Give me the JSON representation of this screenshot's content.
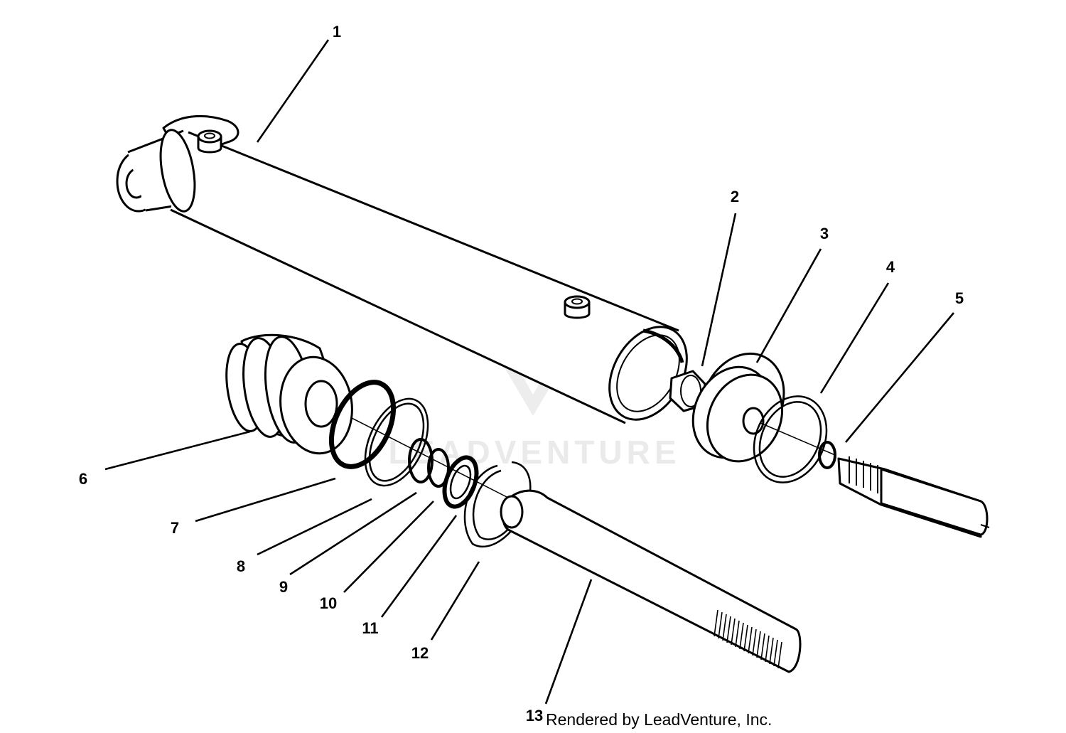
{
  "diagram": {
    "callouts": [
      {
        "label": "1"
      },
      {
        "label": "2"
      },
      {
        "label": "3"
      },
      {
        "label": "4"
      },
      {
        "label": "5"
      },
      {
        "label": "6"
      },
      {
        "label": "7"
      },
      {
        "label": "8"
      },
      {
        "label": "9"
      },
      {
        "label": "10"
      },
      {
        "label": "11"
      },
      {
        "label": "12"
      },
      {
        "label": "13"
      }
    ],
    "credit": "Rendered by LeadVenture, Inc.",
    "watermark": "LEADVENTURE"
  }
}
